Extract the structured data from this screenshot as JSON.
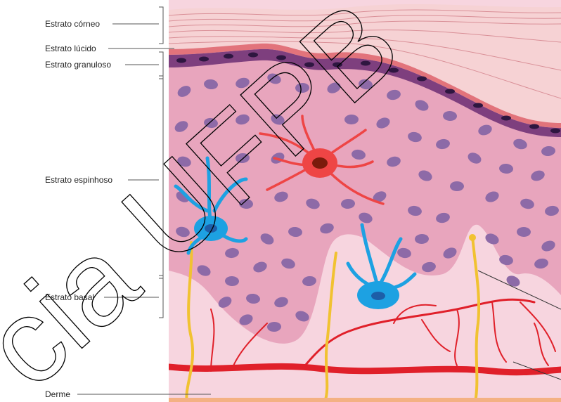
{
  "labels": {
    "estrato_corneo": "Estrato córneo",
    "estrato_lucido": "Estrato lúcido",
    "estrato_granuloso": "Estrato granuloso",
    "estrato_espinhoso": "Estrato espinhoso",
    "estrato_basal": "Estrato basal",
    "derme": "Derme"
  },
  "watermark": "cia UFPB",
  "colors": {
    "corneum": "#f6d2d4",
    "corneum_lines": "#d98f97",
    "lucidum": "#e2737b",
    "granulosum": "#7e3f7e",
    "spinosum": "#e8a5bd",
    "dermis": "#f7d5df",
    "nucleus": "#8d6aa7",
    "melanocyte": "#1da1e2",
    "langerhans": "#ee4545",
    "vessel": "#e0202a",
    "nerve": "#f1c231",
    "bottom_band": "#f4b183"
  }
}
